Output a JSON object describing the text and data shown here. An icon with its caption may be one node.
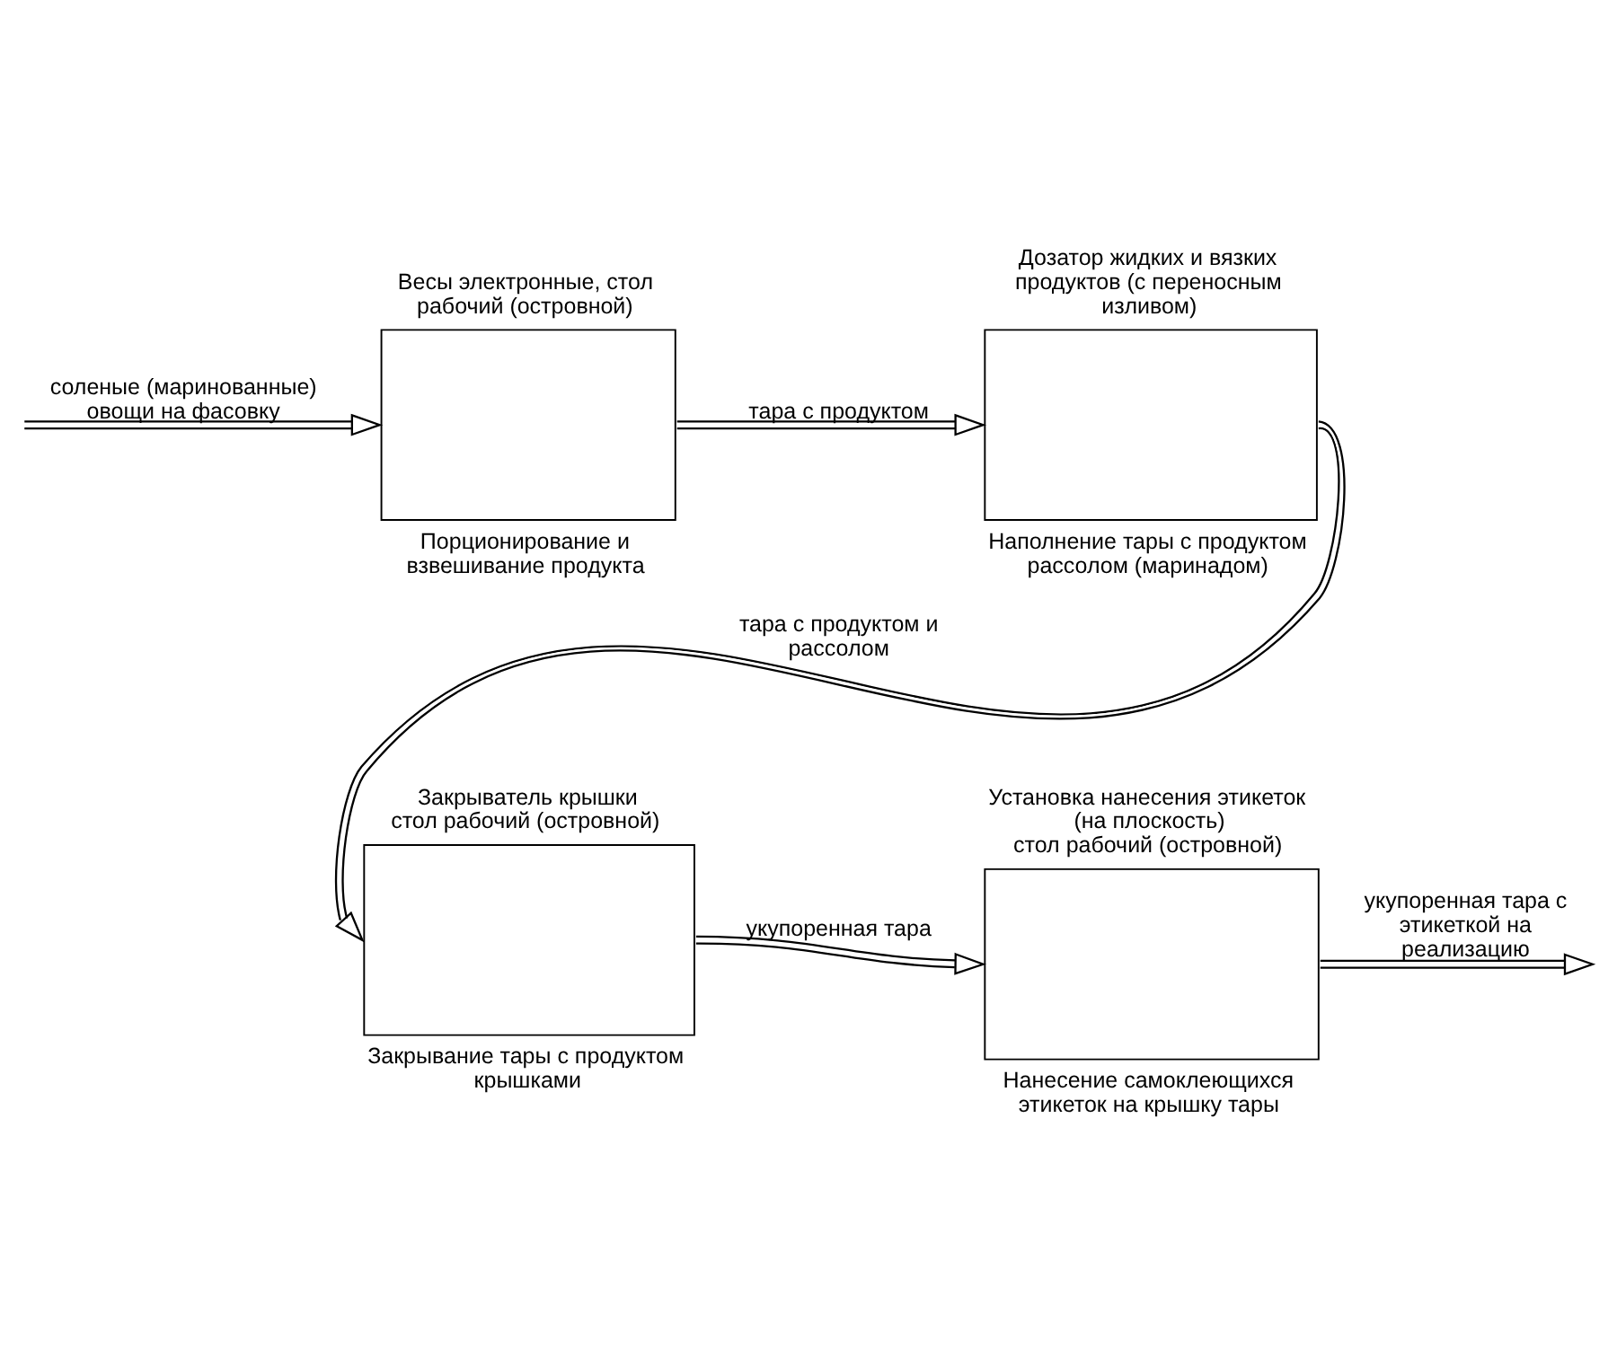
{
  "diagram": {
    "nodes": [
      {
        "text": [
          "Весы электронные, стол рабочий (островной)"
        ],
        "beside": [
          "Порционирование и взвешивание продукта"
        ]
      },
      {
        "text": [
          "Дозатор жидких и вязких продуктов (с переносным изливом)"
        ],
        "beside": [
          "Наполнение тары с продуктом рассолом (маринадом)"
        ]
      },
      {
        "text": [
          "Закрыватель крышки",
          "стол рабочий (островной)"
        ],
        "beside": [
          "Закрывание тары с продуктом крышками"
        ]
      },
      {
        "text": [
          "Установка нанесения этикеток (на плоскость)",
          "стол рабочий (островной)"
        ],
        "beside": [
          "Нанесение самоклеющихся этикеток на крышку тары"
        ]
      }
    ],
    "edges": [
      {
        "from": null,
        "to": 0,
        "arrow": "to",
        "label": "соленые (маринованные) овощи на фасовку"
      },
      {
        "from": 0,
        "to": 1,
        "arrow": "to",
        "label": "тара с продуктом"
      },
      {
        "from": 1,
        "to": 2,
        "arrow": "to",
        "label": "тара с продуктом и рассолом"
      },
      {
        "from": 2,
        "to": 3,
        "arrow": "to",
        "label": "укупоренная тара"
      },
      {
        "from": 3,
        "to": null,
        "arrow": "to",
        "label": "укупоренная тара с этикеткой на реализацию"
      }
    ]
  }
}
